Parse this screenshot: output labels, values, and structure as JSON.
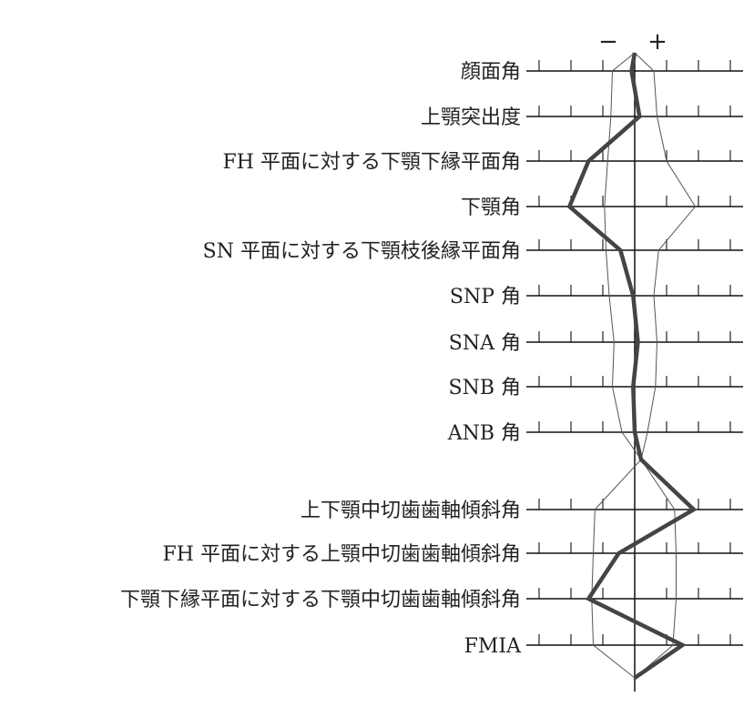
{
  "chart_data": {
    "type": "line",
    "title": "",
    "xlabel": "",
    "ylabel": "",
    "grid": false,
    "legend": "none",
    "signs": {
      "minus": "−",
      "plus": "+"
    },
    "x_unit": "SD",
    "xlim": [
      -3,
      3
    ],
    "ticks": [
      -3,
      -2,
      -1,
      0,
      1,
      2,
      3
    ],
    "categories": [
      "顔面角",
      "上顎突出度",
      "FH 平面に対する下顎下縁平面角",
      "下顎角",
      "SN 平面に対する下顎枝後縁平面角",
      "SNP 角",
      "SNA 角",
      "SNB 角",
      "ANB 角",
      "上下顎中切歯歯軸傾斜角",
      "FH 平面に対する上顎中切歯歯軸傾斜角",
      "下顎下縁平面に対する下顎中切歯歯軸傾斜角",
      "FMIA"
    ],
    "series": [
      {
        "values": [
          -0.1,
          0.15,
          -1.45,
          -2.05,
          -0.45,
          -0.05,
          0.1,
          -0.05,
          0.0,
          1.85,
          -0.5,
          -1.45,
          1.5
        ]
      },
      {
        "values": [
          -0.7,
          -0.75,
          -0.85,
          -0.95,
          -0.9,
          -0.8,
          -0.65,
          -0.7,
          -0.4,
          -1.25,
          -1.3,
          -1.35,
          -1.3
        ]
      },
      {
        "values": [
          0.6,
          0.7,
          1.0,
          1.9,
          0.75,
          0.6,
          0.7,
          0.65,
          0.4,
          1.25,
          1.3,
          1.3,
          1.2
        ]
      }
    ],
    "end_points": {
      "top": 0.0,
      "mid": 0.2,
      "bottom": 0.0
    }
  }
}
